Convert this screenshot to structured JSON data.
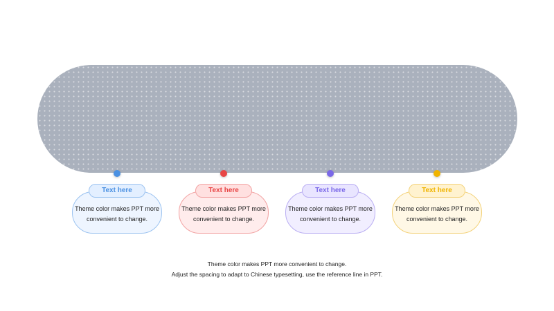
{
  "items": [
    {
      "title": "Text here",
      "text": "Theme color makes PPT more convenient to change.",
      "color": "#4a90e2",
      "bg": "#eef5ff",
      "border": "#9cc3f0",
      "pillbg": "#e3efff"
    },
    {
      "title": "Text here",
      "text": "Theme color makes PPT more convenient to change.",
      "color": "#e84545",
      "bg": "#ffecec",
      "border": "#f2a3a3",
      "pillbg": "#ffe0e0"
    },
    {
      "title": "Text here",
      "text": "Theme color makes PPT more convenient to change.",
      "color": "#7a68e8",
      "bg": "#f1eeff",
      "border": "#b9adf2",
      "pillbg": "#e9e5ff"
    },
    {
      "title": "Text here",
      "text": "Theme color makes PPT more convenient to change.",
      "color": "#f0b400",
      "bg": "#fff8e6",
      "border": "#f3d27a",
      "pillbg": "#fff2cf"
    }
  ],
  "footer": {
    "line1": "Theme color makes PPT more convenient to change.",
    "line2": "Adjust the spacing to adapt to Chinese typesetting, use the reference line in PPT."
  }
}
